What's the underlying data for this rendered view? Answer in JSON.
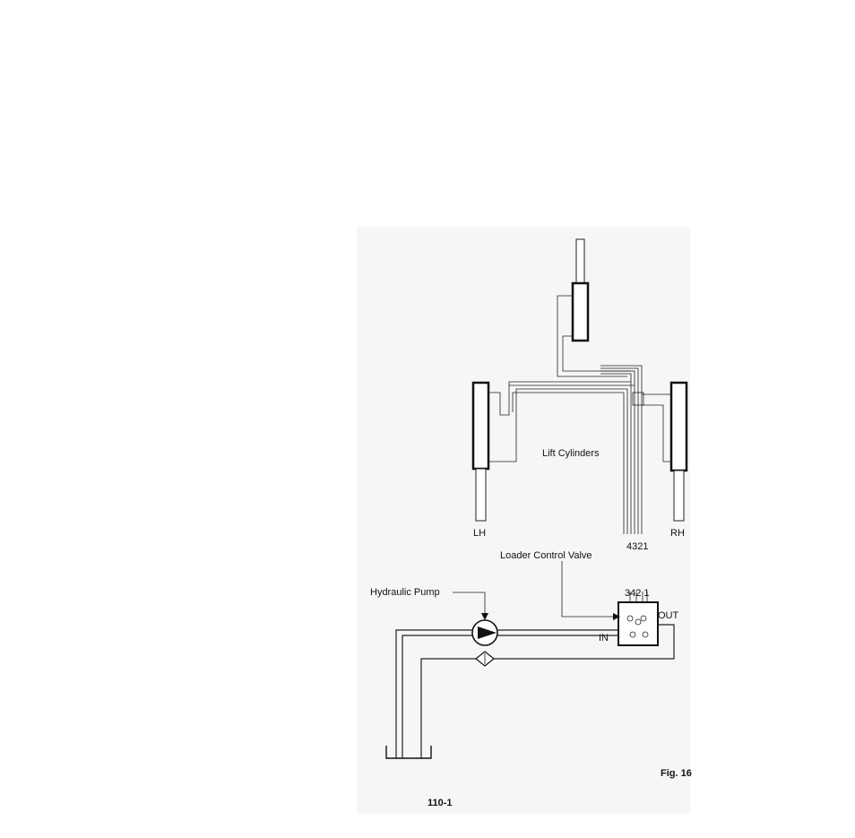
{
  "diagram": {
    "labels": {
      "lift_cylinders": "Lift Cylinders",
      "lh": "LH",
      "rh": "RH",
      "port_numbers_lines": "4321",
      "loader_control_valve": "Loader Control Valve",
      "hydraulic_pump": "Hydraulic Pump",
      "valve_ports": "342 1",
      "out": "OUT",
      "in": "IN",
      "fig": "Fig. 16",
      "page_number": "110-1"
    }
  }
}
